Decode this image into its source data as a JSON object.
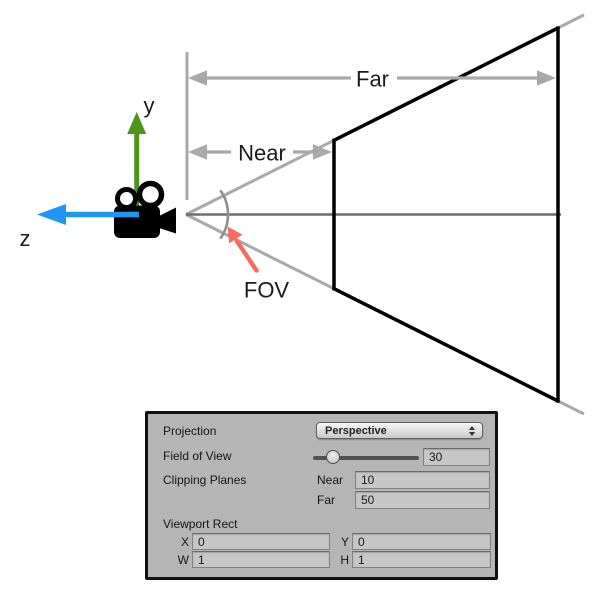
{
  "diagram": {
    "labels": {
      "y_axis": "y",
      "z_axis": "z",
      "near": "Near",
      "far": "Far",
      "fov": "FOV"
    },
    "colors": {
      "y_axis_green": "#4c951d",
      "z_axis_blue": "#1e96f3",
      "fov_arrow_red": "#f76c62",
      "frustum_edge_gray": "#a9a9a9",
      "center_line_gray": "#6e6e6e",
      "frustum_black": "#000000"
    }
  },
  "inspector": {
    "projection_label": "Projection",
    "projection_value": "Perspective",
    "field_of_view_label": "Field of View",
    "field_of_view_value": "30",
    "clipping_planes_label": "Clipping Planes",
    "near_label": "Near",
    "near_value": "10",
    "far_label": "Far",
    "far_value": "50",
    "viewport_rect_label": "Viewport Rect",
    "x_label": "X",
    "x_value": "0",
    "y_label": "Y",
    "y_value": "0",
    "w_label": "W",
    "w_value": "1",
    "h_label": "H",
    "h_value": "1"
  }
}
